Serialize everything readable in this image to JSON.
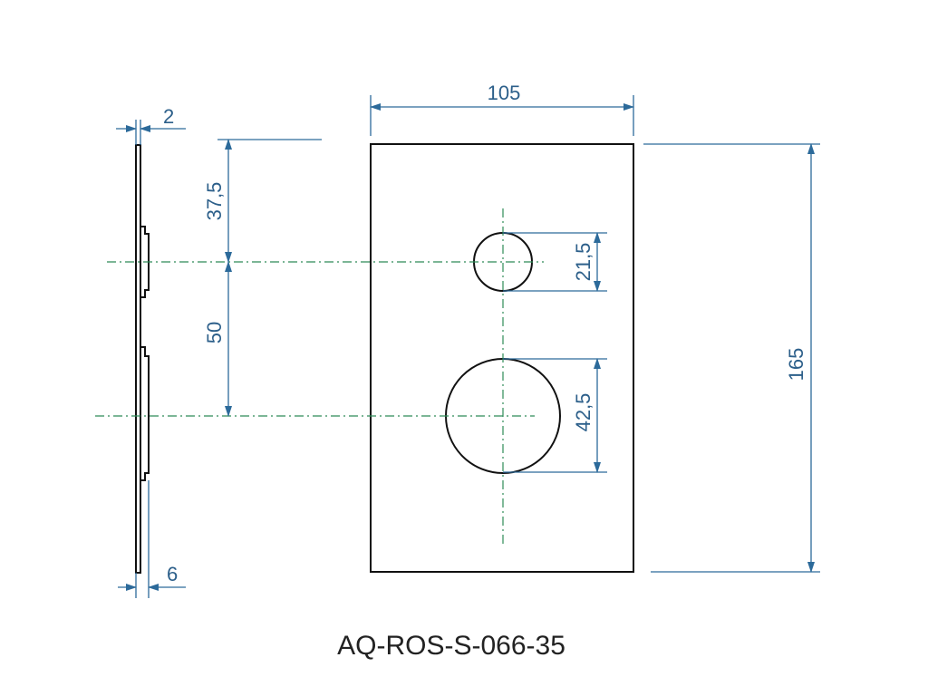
{
  "colors": {
    "outline": "#111111",
    "dimension": "#2c6a9a",
    "dimension_text": "#2c5f8a",
    "centerline": "#2e8b57"
  },
  "dimensions": {
    "plate_thickness": "2",
    "plate_width": "105",
    "top_to_upper_axis": "37,5",
    "axis_spacing": "50",
    "small_hole_diameter": "21,5",
    "large_hole_diameter": "42,5",
    "plate_height": "165",
    "boss_depth": "6"
  },
  "caption": "AQ-ROS-S-066-35"
}
